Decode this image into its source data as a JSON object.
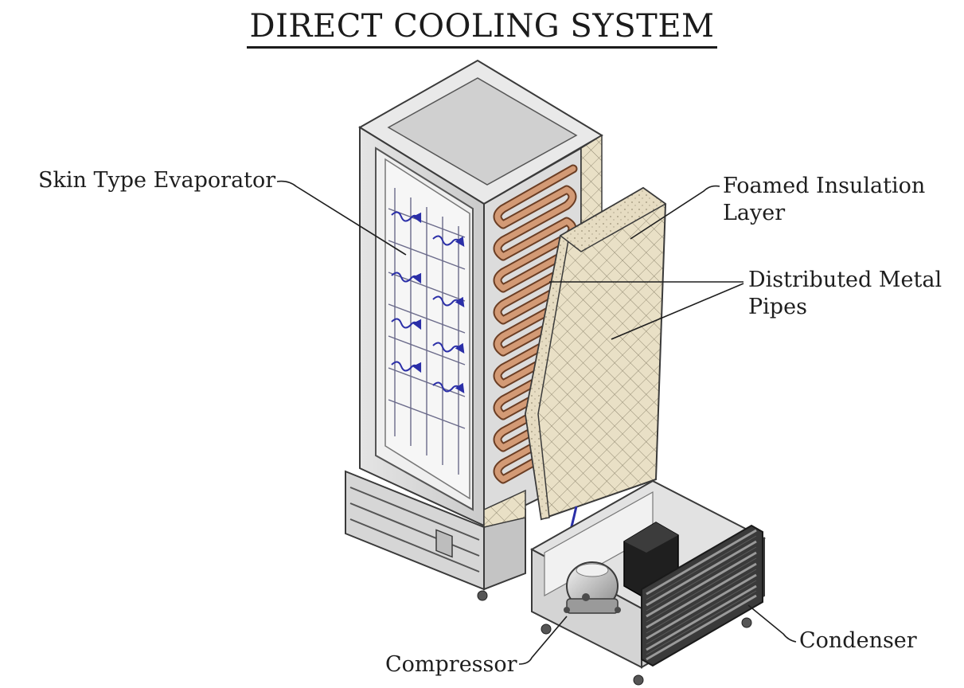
{
  "title": "DIRECT COOLING SYSTEM",
  "labels": {
    "skin_type_evaporator": "Skin Type Evaporator",
    "foamed_insulation_line1": "Foamed Insulation",
    "foamed_insulation_line2": "Layer",
    "distributed_pipes_line1": "Distributed Metal",
    "distributed_pipes_line2": "Pipes",
    "condenser": "Condenser",
    "compressor": "Compressor"
  },
  "colors": {
    "cabinet_gray": "#d9d9d9",
    "outline": "#3a3a3a",
    "copper_pipe": "#b87a57",
    "foam": "#e6dcc2",
    "airflow_arrow": "#2b2fa8"
  }
}
